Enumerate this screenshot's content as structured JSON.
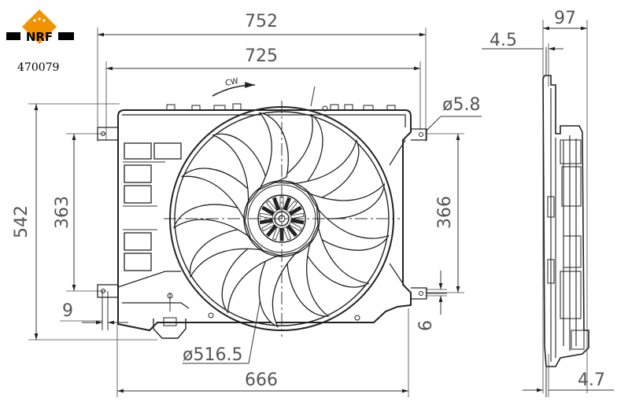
{
  "brand": {
    "logo_text": "NRF",
    "part_number": "470079",
    "accent_color": "#f39200"
  },
  "rotation_label": "CW",
  "dimensions": {
    "overall_width": "752",
    "mount_width": "725",
    "bottom_width": "666",
    "overall_height": "542",
    "left_mount_height": "363",
    "right_mount_height": "366",
    "left_offset": "9",
    "right_offset": "6",
    "hole_diameter": "ø5.8",
    "fan_diameter": "ø516.5",
    "side_depth": "97",
    "side_top_offset": "4.5",
    "side_bottom_offset": "4.7"
  }
}
